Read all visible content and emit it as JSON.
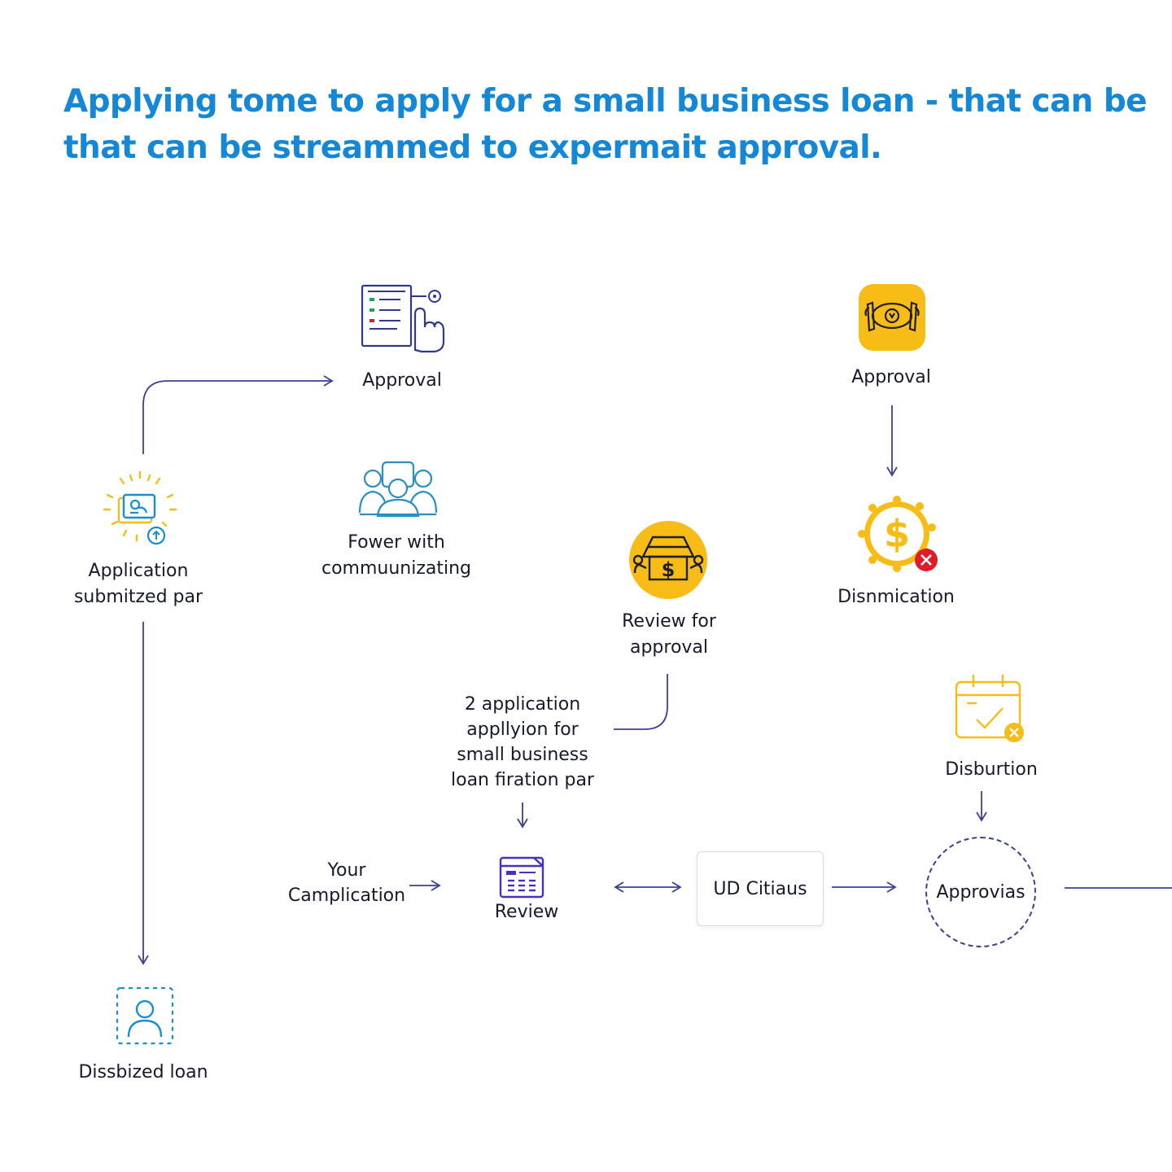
{
  "title": {
    "line1": "Applying tome to apply for a small business loan - that can be",
    "line2": "that can be streammed to expermait approval."
  },
  "nodes": {
    "approval_top": {
      "label": "Approval",
      "icon": "checklist-hand-icon"
    },
    "fower": {
      "line1": "Fower with",
      "line2": "commuunizating",
      "icon": "team-group-icon"
    },
    "application": {
      "line1": "Application",
      "line2": "submitzed par",
      "icon": "document-sparkle-icon"
    },
    "approval_right": {
      "label": "Approval",
      "icon": "handshake-money-icon"
    },
    "disnmication": {
      "label": "Disnmication",
      "icon": "dollar-gear-reject-icon"
    },
    "review_for_approval": {
      "line1": "Review for",
      "line2": "approval",
      "icon": "money-box-icon"
    },
    "two_application": {
      "line1": "2 application",
      "line2": "appllyion for",
      "line3": "small business",
      "line4": "loan firation par"
    },
    "your_application": {
      "line1": "Your",
      "line2": "Camplication"
    },
    "review": {
      "label": "Review",
      "icon": "calendar-doc-icon"
    },
    "ud_citiaus": {
      "label": "UD Citiaus"
    },
    "approvias": {
      "label": "Approvias"
    },
    "disburtion": {
      "label": "Disburtion",
      "icon": "calendar-check-reject-icon"
    },
    "disbized_loan": {
      "label": "Dissbized loan",
      "icon": "user-frame-icon"
    }
  },
  "colors": {
    "title": "#1487d6",
    "connector": "#3c3f94",
    "accent_yellow": "#f7bd16",
    "accent_blue": "#1a8fd0",
    "reject_red": "#e01b2a"
  }
}
